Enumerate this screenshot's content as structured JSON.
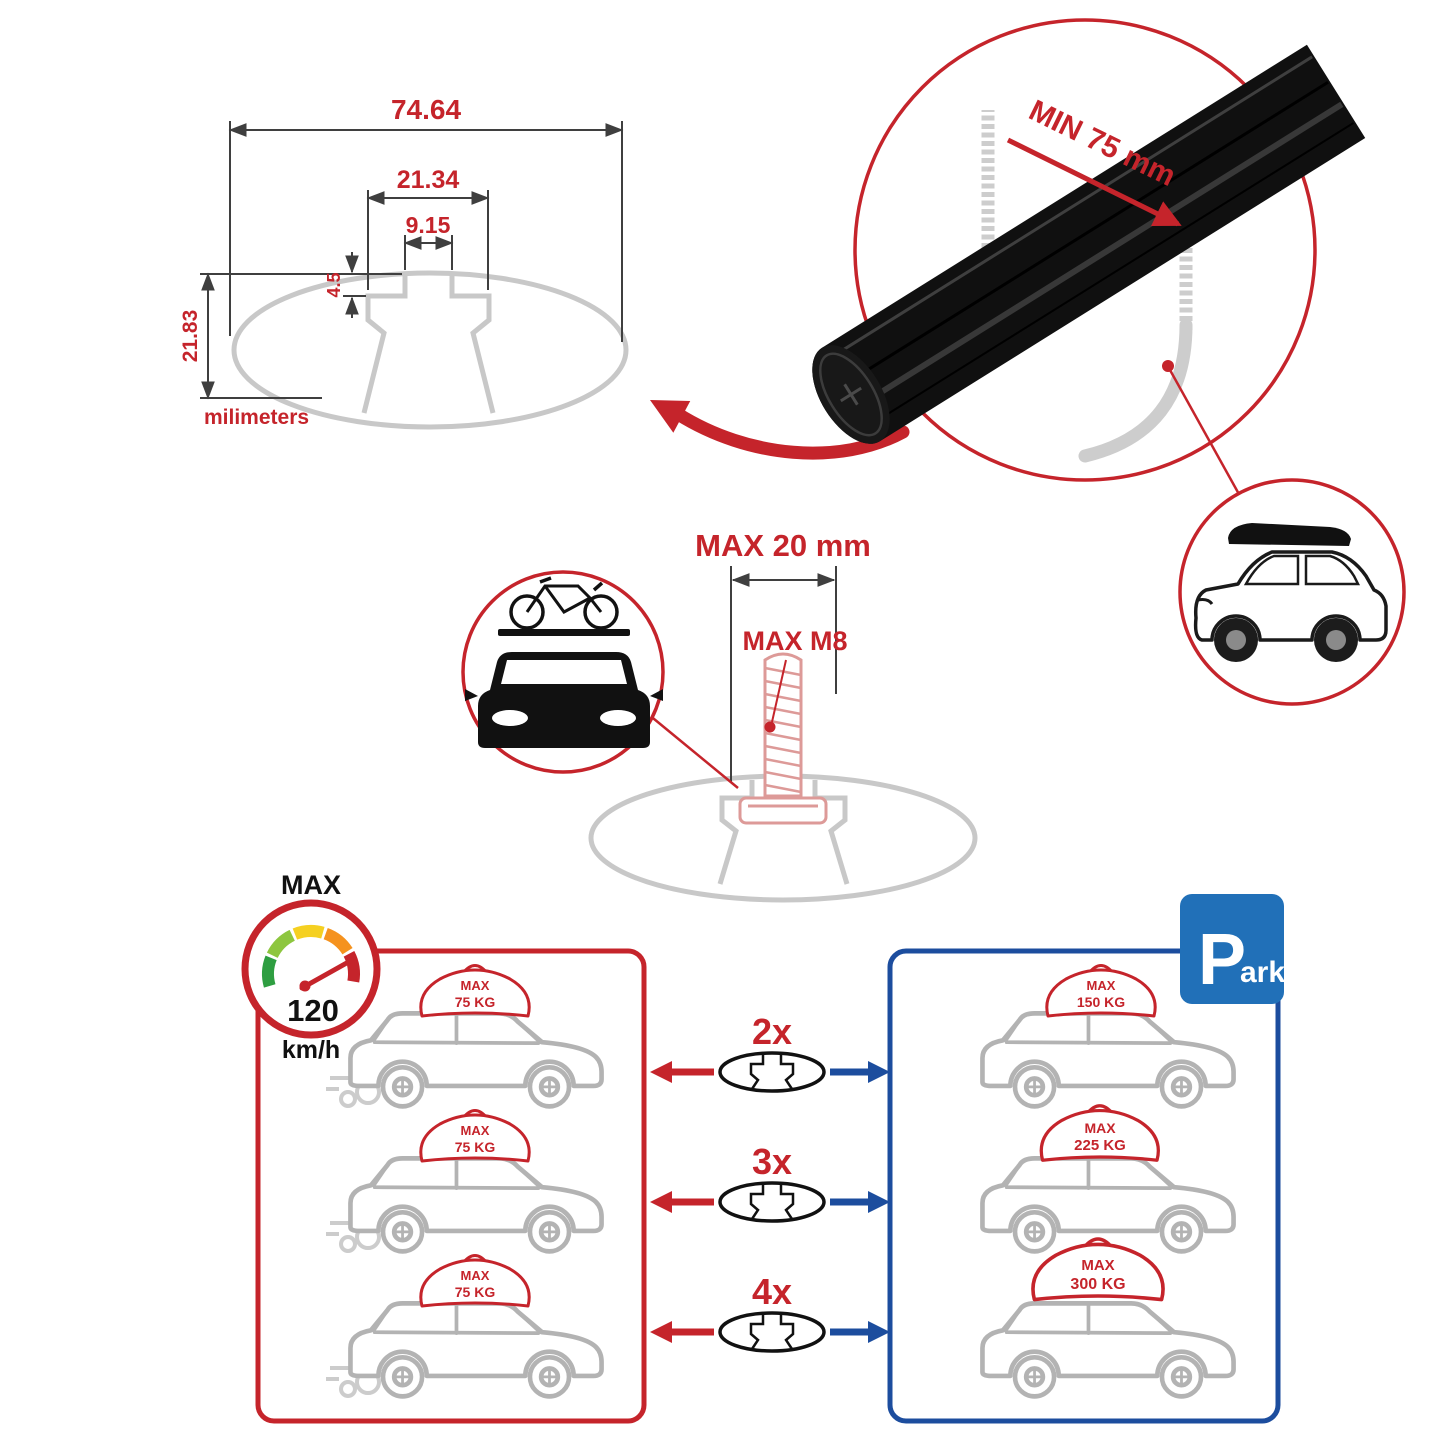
{
  "colors": {
    "red": "#c5242b",
    "blue_box": "#1c4d9e",
    "sign_blue": "#2170b8",
    "profile_gray": "#c8c8c8",
    "bar_black": "#101010"
  },
  "profile_dimensions": {
    "total_width": "74.64",
    "slot_outer_width": "21.34",
    "slot_inner_width": "9.15",
    "slot_depth": "4.5",
    "total_height": "21.83",
    "units_label": "milimeters"
  },
  "clamp_detail": {
    "min_clamp_label": "MIN 75 mm"
  },
  "bolt_detail": {
    "max_length_label": "MAX 20 mm",
    "max_thread_label": "MAX M8"
  },
  "speed_limit": {
    "heading": "MAX",
    "value": "120",
    "unit": "km/h"
  },
  "parking_sign": {
    "letter": "P",
    "suffix": "ark"
  },
  "capacity": {
    "rows": [
      {
        "multiplier": "2x",
        "moving": {
          "max_label": "MAX",
          "weight": "75 KG"
        },
        "parked": {
          "max_label": "MAX",
          "weight": "150 KG"
        }
      },
      {
        "multiplier": "3x",
        "moving": {
          "max_label": "MAX",
          "weight": "75 KG"
        },
        "parked": {
          "max_label": "MAX",
          "weight": "225 KG"
        }
      },
      {
        "multiplier": "4x",
        "moving": {
          "max_label": "MAX",
          "weight": "75 KG"
        },
        "parked": {
          "max_label": "MAX",
          "weight": "300 KG"
        }
      }
    ]
  }
}
